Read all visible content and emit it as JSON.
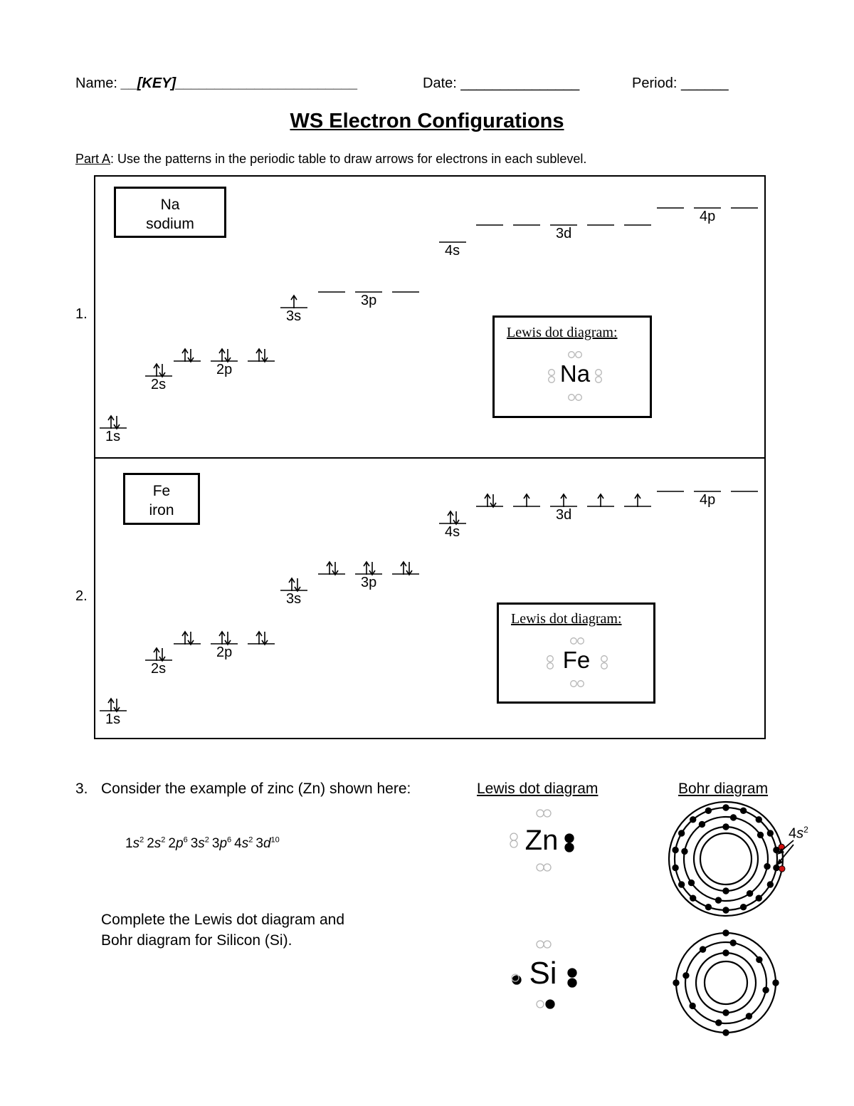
{
  "header": {
    "name_label": "Name:",
    "name_value": "__[KEY]_______________________",
    "date_label": "Date:",
    "date_value": "_______________",
    "period_label": "Period:",
    "period_value": "______"
  },
  "title": "WS Electron Configurations",
  "part_a": {
    "label": "Part A",
    "instruction": ": Use the patterns in the periodic table to draw arrows for electrons in each sublevel."
  },
  "problems": [
    {
      "number": "1.",
      "symbol": "Na",
      "name": "sodium",
      "lewis_title": "Lewis dot diagram",
      "lewis_symbol": "Na",
      "sublevels": [
        {
          "label": "1s",
          "orbitals": [
            "updown"
          ]
        },
        {
          "label": "2s",
          "orbitals": [
            "updown"
          ]
        },
        {
          "label": "2p",
          "orbitals": [
            "updown",
            "updown",
            "updown"
          ]
        },
        {
          "label": "3s",
          "orbitals": [
            "up"
          ]
        },
        {
          "label": "3p",
          "orbitals": [
            "empty",
            "empty",
            "empty"
          ]
        },
        {
          "label": "4s",
          "orbitals": [
            "empty"
          ]
        },
        {
          "label": "3d",
          "orbitals": [
            "empty",
            "empty",
            "empty",
            "empty",
            "empty"
          ]
        },
        {
          "label": "4p",
          "orbitals": [
            "empty",
            "empty",
            "empty"
          ]
        }
      ]
    },
    {
      "number": "2.",
      "symbol": "Fe",
      "name": "iron",
      "lewis_title": "Lewis dot diagram",
      "lewis_symbol": "Fe",
      "sublevels": [
        {
          "label": "1s",
          "orbitals": [
            "updown"
          ]
        },
        {
          "label": "2s",
          "orbitals": [
            "updown"
          ]
        },
        {
          "label": "2p",
          "orbitals": [
            "updown",
            "updown",
            "updown"
          ]
        },
        {
          "label": "3s",
          "orbitals": [
            "updown"
          ]
        },
        {
          "label": "3p",
          "orbitals": [
            "updown",
            "updown",
            "updown"
          ]
        },
        {
          "label": "4s",
          "orbitals": [
            "updown"
          ]
        },
        {
          "label": "3d",
          "orbitals": [
            "updown",
            "up",
            "up",
            "up",
            "up"
          ]
        },
        {
          "label": "4p",
          "orbitals": [
            "empty",
            "empty",
            "empty"
          ]
        }
      ]
    }
  ],
  "question3": {
    "number": "3.",
    "text": "Consider the example of zinc (Zn) shown here:",
    "lewis_heading": "Lewis dot diagram",
    "bohr_heading": "Bohr diagram",
    "zn_symbol": "Zn",
    "zn_config": [
      {
        "c": "1",
        "o": "s",
        "e": "2"
      },
      {
        "c": "2",
        "o": "s",
        "e": "2"
      },
      {
        "c": "2",
        "o": "p",
        "e": "6"
      },
      {
        "c": "3",
        "o": "s",
        "e": "2"
      },
      {
        "c": "3",
        "o": "p",
        "e": "6"
      },
      {
        "c": "4",
        "o": "s",
        "e": "2"
      },
      {
        "c": "3",
        "o": "d",
        "e": "10"
      }
    ],
    "zn_bohr_shells": [
      2,
      8,
      18,
      2
    ],
    "zn_callout": {
      "c": "4",
      "o": "s",
      "e": "2"
    },
    "instruction_line1": "Complete the Lewis dot diagram and",
    "instruction_line2": "Bohr diagram for Silicon (Si).",
    "si_symbol": "Si",
    "si_bohr_shells": [
      2,
      8,
      4
    ]
  },
  "colors": {
    "ink": "#000000",
    "faint": "#b5b5b5",
    "highlight": "#d01010"
  }
}
